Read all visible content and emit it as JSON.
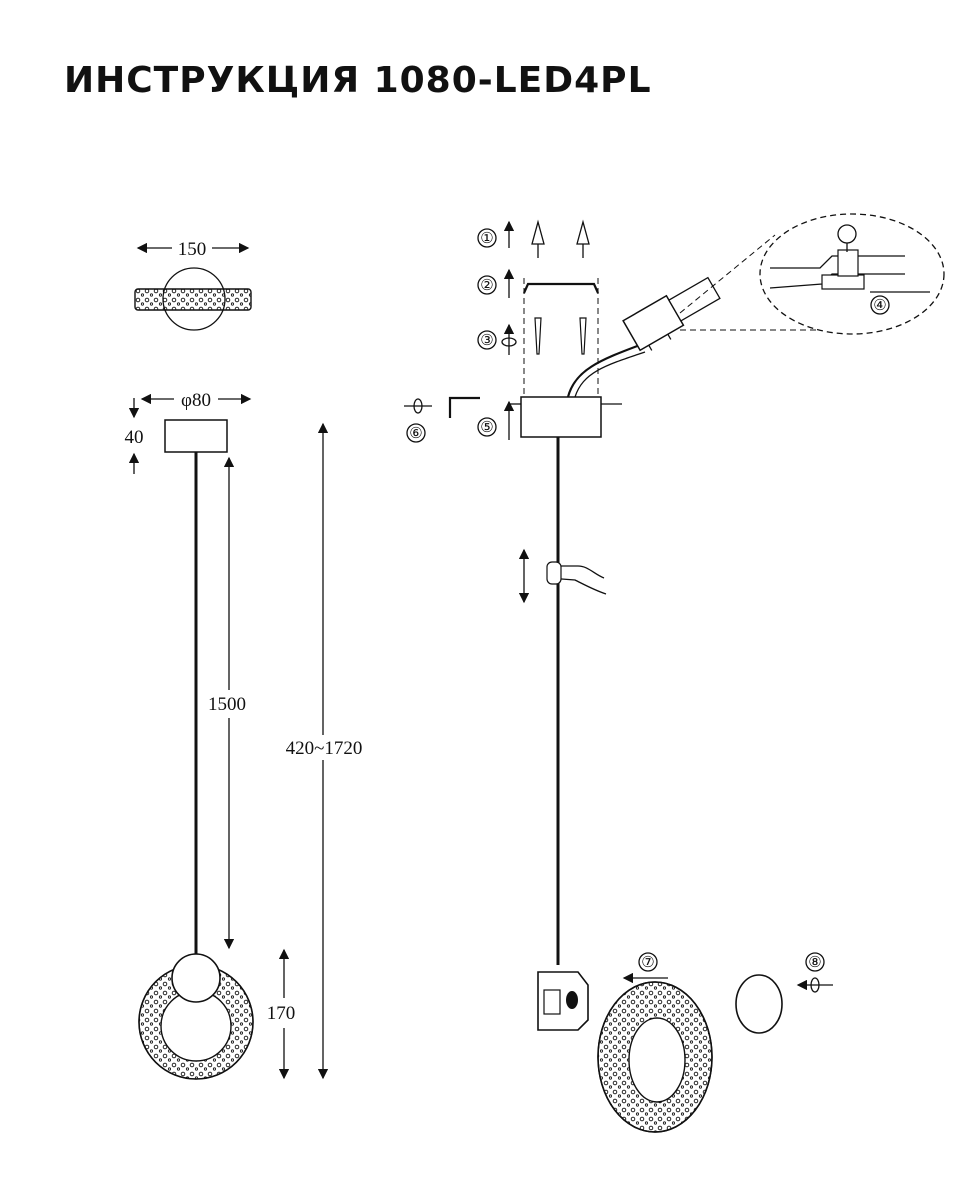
{
  "title": "ИНСТРУКЦИЯ 1080-LED4PL",
  "dimensions": {
    "width_top": "150",
    "canopy_diameter": "φ80",
    "canopy_height": "40",
    "cable_length": "1500",
    "total_height": "420~1720",
    "lamp_height": "170"
  },
  "steps": [
    "①",
    "②",
    "③",
    "④",
    "⑤",
    "⑥",
    "⑦",
    "⑧"
  ]
}
